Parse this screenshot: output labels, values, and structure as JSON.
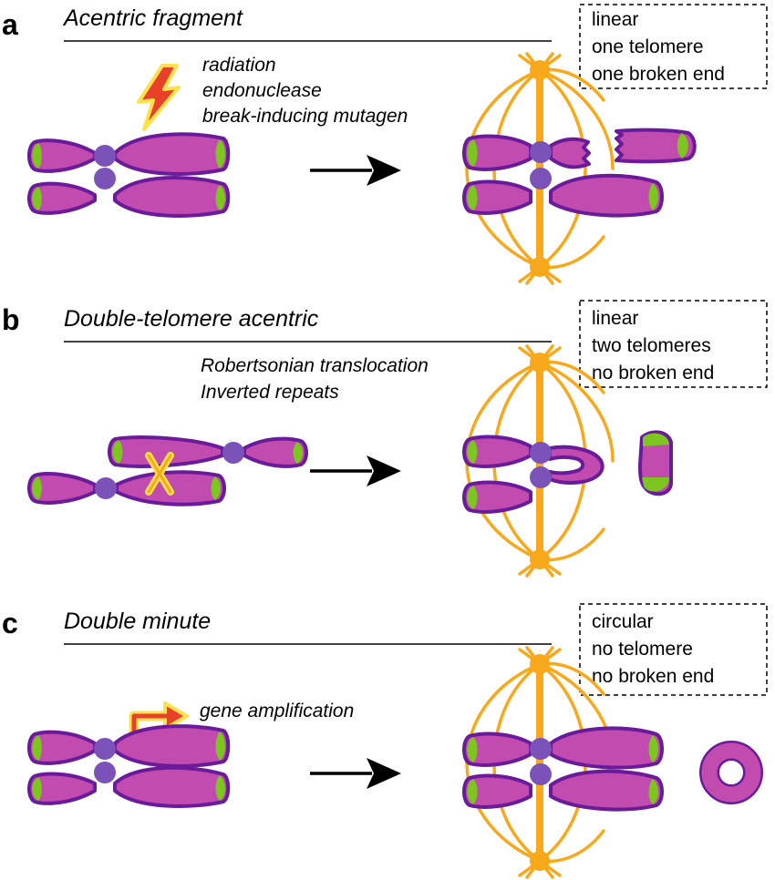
{
  "panels": [
    {
      "label": "a",
      "title": "Acentric fragment",
      "causes": [
        "radiation",
        "endonuclease",
        "break-inducing mutagen"
      ],
      "properties": [
        "linear",
        "one telomere",
        "one broken end"
      ]
    },
    {
      "label": "b",
      "title": "Double-telomere acentric",
      "causes": [
        "Robertsonian translocation",
        "Inverted repeats"
      ],
      "properties": [
        "linear",
        "two telomeres",
        "no broken end"
      ]
    },
    {
      "label": "c",
      "title": "Double minute",
      "causes": [
        "gene amplification"
      ],
      "properties": [
        "circular",
        "no telomere",
        "no broken end"
      ]
    }
  ],
  "colors": {
    "chromosome": "#c24bb0",
    "chromosome_outline": "#6a1b9a",
    "telomere": "#7cc61f",
    "centromere": "#7b52b8",
    "spindle": "#f7a81b",
    "lightning": "#e8412a"
  },
  "icons": {
    "panel_a_cause": "lightning-bolt-icon",
    "panel_b_cause": "crossover-x-icon",
    "panel_c_cause": "bent-arrow-icon"
  }
}
